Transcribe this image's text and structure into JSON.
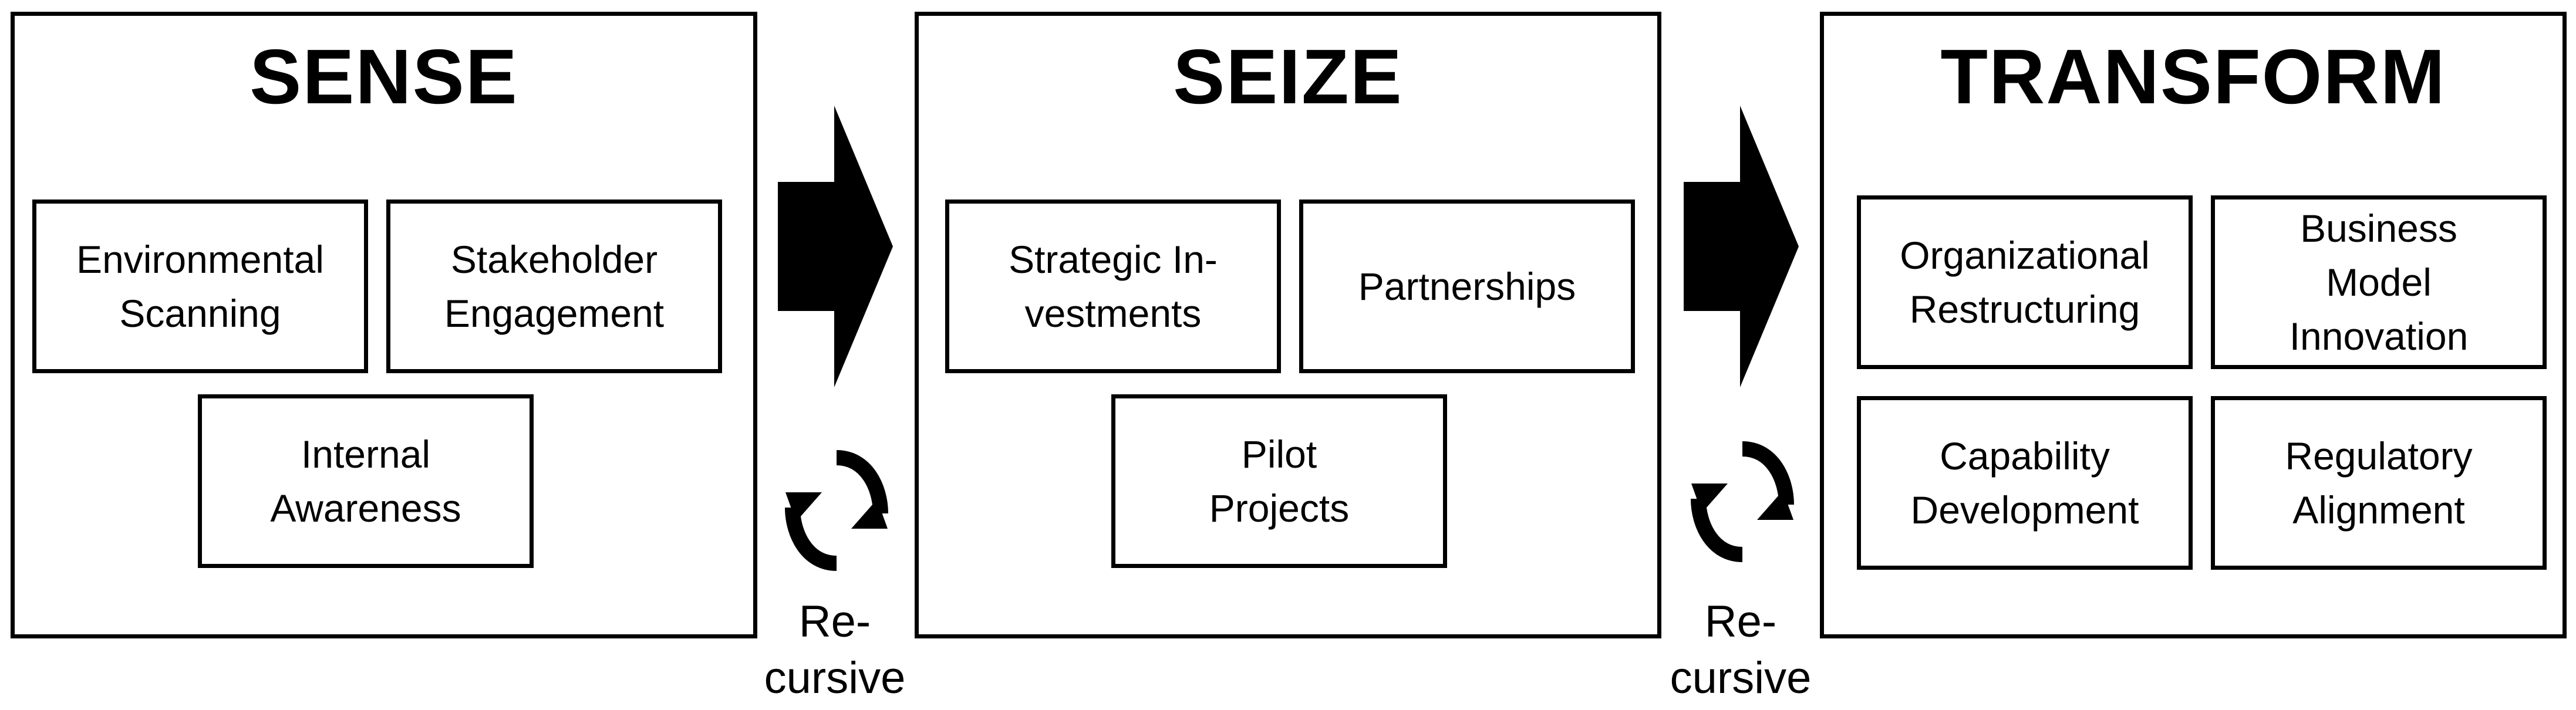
{
  "stages": [
    {
      "title": "SENSE",
      "items": [
        "Environmental\nScanning",
        "Stakeholder\nEngagement",
        "Internal\nAwareness"
      ]
    },
    {
      "title": "SEIZE",
      "items": [
        "Strategic In-\nvestments",
        "Partnerships",
        "Pilot\nProjects"
      ]
    },
    {
      "title": "TRANSFORM",
      "items": [
        "Organizational\nRestructuring",
        "Business\nModel\nInnovation",
        "Capability\nDevelopment",
        "Regulatory\nAlignment"
      ]
    }
  ],
  "connectors": [
    {
      "label": "Re-\ncursive",
      "icon": "recursive-cycle-icon"
    },
    {
      "label": "Re-\ncursive",
      "icon": "recursive-cycle-icon"
    }
  ]
}
